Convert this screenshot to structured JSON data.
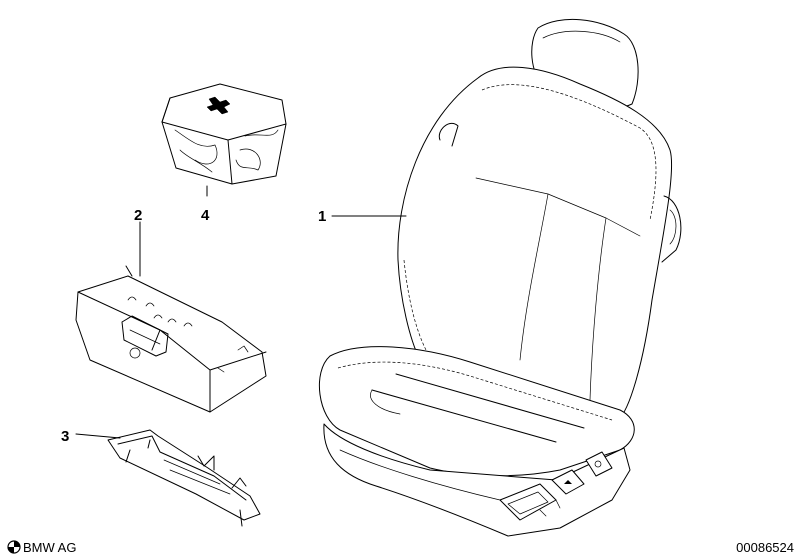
{
  "diagram": {
    "callouts": [
      {
        "id": "1",
        "label": "1"
      },
      {
        "id": "2",
        "label": "2"
      },
      {
        "id": "3",
        "label": "3"
      },
      {
        "id": "4",
        "label": "4"
      }
    ]
  },
  "footer": {
    "brand": "BMW AG",
    "diagram_number": "00086524"
  },
  "icons": {
    "brand_logo": "bmw-roundel-icon",
    "first_aid_cross": "first-aid-cross-icon"
  }
}
